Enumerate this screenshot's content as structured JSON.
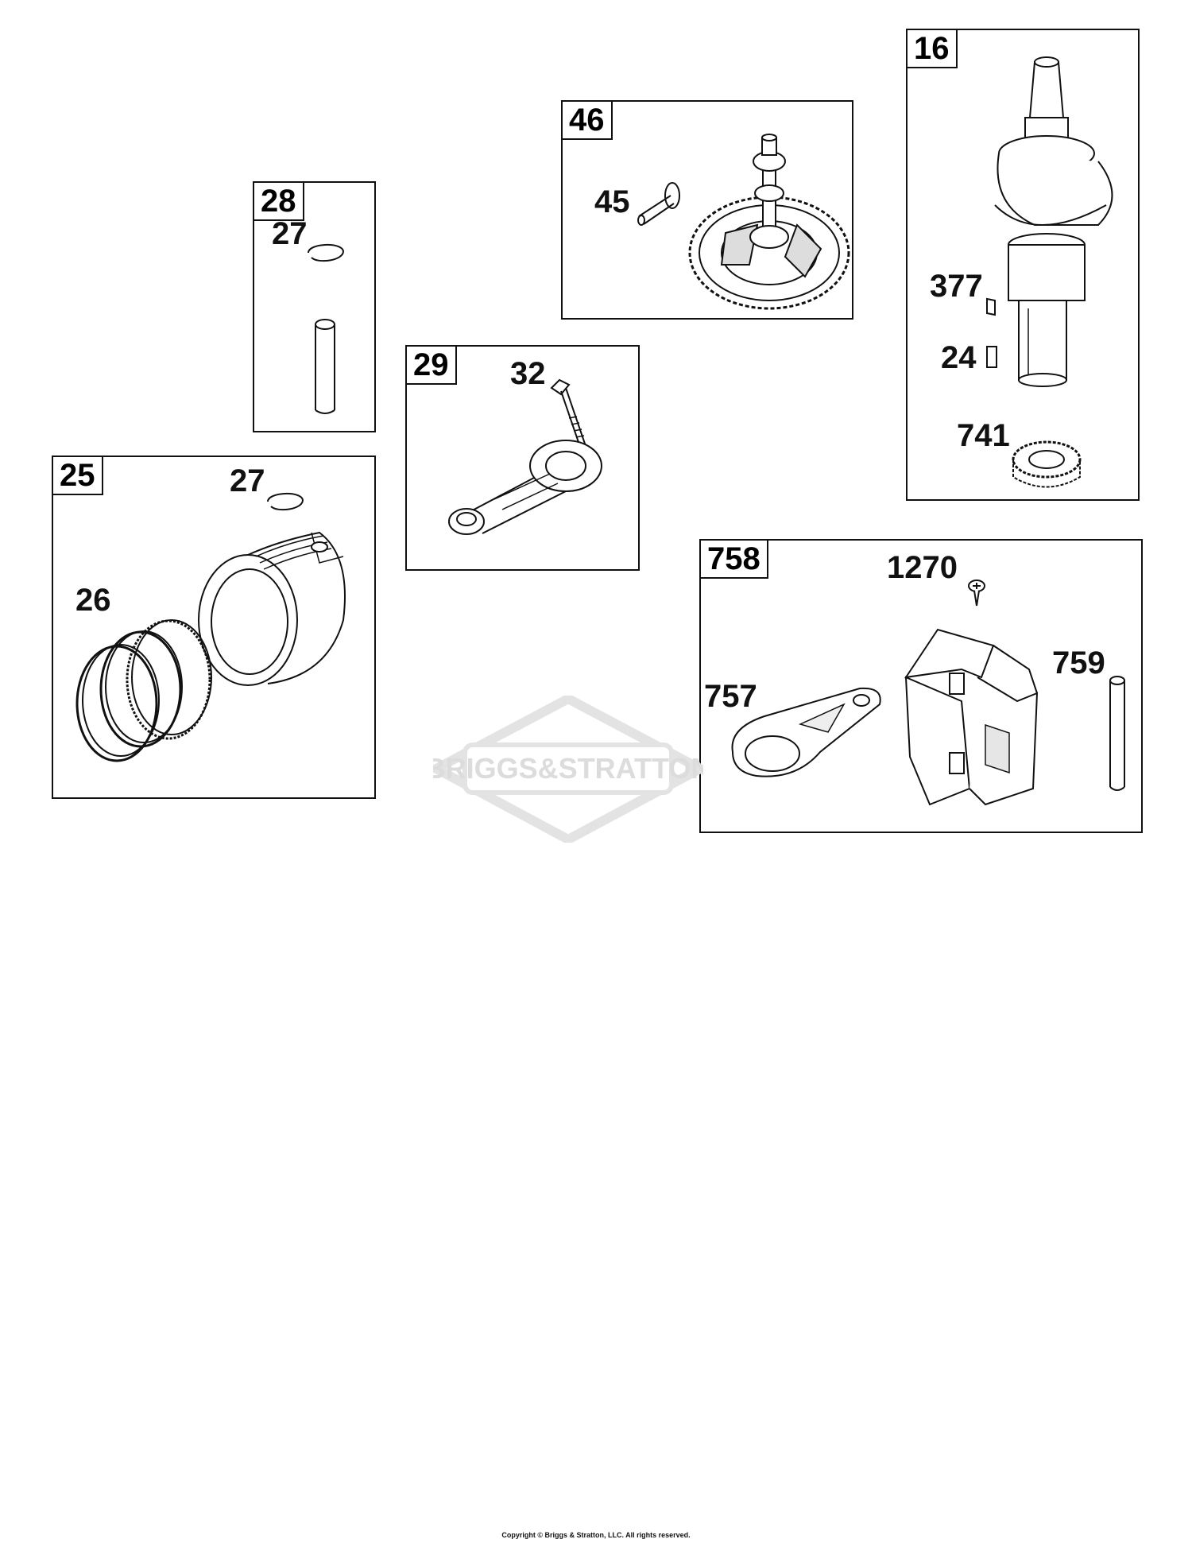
{
  "groups": [
    {
      "id": "28",
      "callouts": [
        "27"
      ]
    },
    {
      "id": "46",
      "callouts": [
        "45"
      ]
    },
    {
      "id": "16",
      "callouts": [
        "377",
        "24",
        "741"
      ]
    },
    {
      "id": "29",
      "callouts": [
        "32"
      ]
    },
    {
      "id": "25",
      "callouts": [
        "27",
        "26"
      ]
    },
    {
      "id": "758",
      "callouts": [
        "1270",
        "759",
        "757"
      ]
    }
  ],
  "watermark": "BRIGGS&STRATTON",
  "footer": {
    "copyright": "Copyright © Briggs & Stratton, LLC. All rights reserved."
  },
  "icons": [
    "piston-pin-icon",
    "retaining-ring-icon",
    "piston-icon",
    "piston-rings-icon",
    "connecting-rod-icon",
    "rod-bolt-icon",
    "camshaft-gear-icon",
    "lifter-icon",
    "crankshaft-icon",
    "key-icon",
    "timing-gear-icon",
    "balancer-weight-icon",
    "balancer-link-icon",
    "dowel-pin-icon",
    "screw-icon",
    "brand-logo-icon"
  ]
}
